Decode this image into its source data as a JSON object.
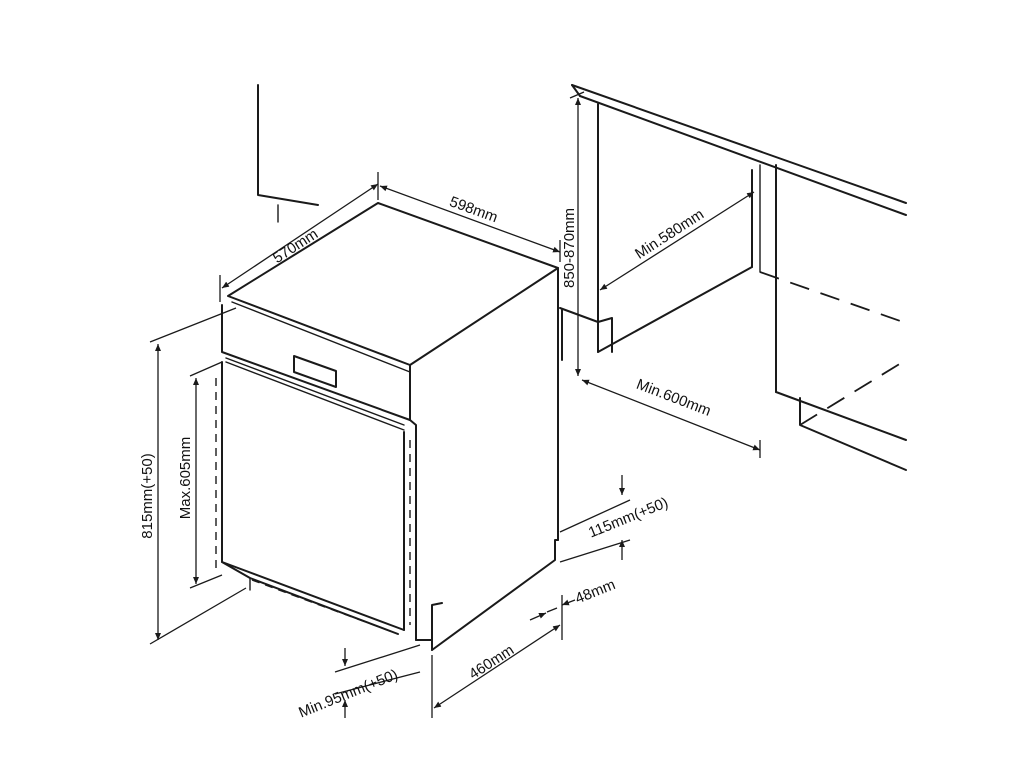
{
  "diagram": {
    "labels": {
      "depth": "570mm",
      "width": "598mm",
      "cabinet_height": "850-870mm",
      "niche_depth": "Min.580mm",
      "niche_width": "Min.600mm",
      "height": "815mm(+50)",
      "door_height": "Max.605mm",
      "plinth_height": "115mm(+50)",
      "plinth_recess": "48mm",
      "base_depth": "460mm",
      "toe_clearance": "Min.95mm(+50)"
    }
  }
}
